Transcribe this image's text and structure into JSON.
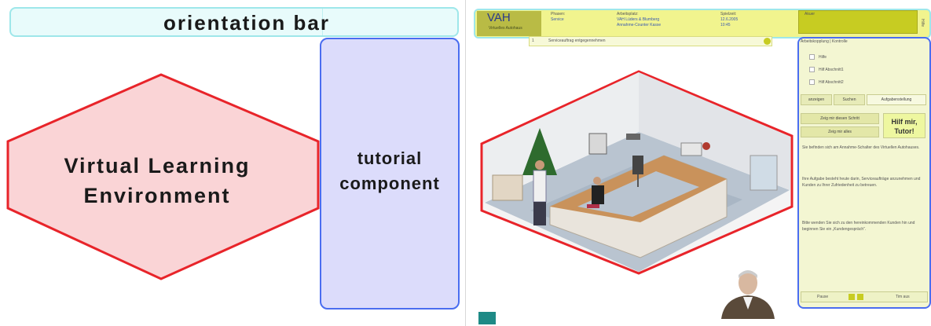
{
  "diagram": {
    "orientation_bar": "orientation bar",
    "vle_line1": "Virtual Learning",
    "vle_line2": "Environment",
    "tutorial_line1": "tutorial",
    "tutorial_line2": "component",
    "colors": {
      "cyan_border": "#9ee7ea",
      "tutorial_fill": "#dcdcfb",
      "tutorial_border": "#4a6df0",
      "vle_fill": "#fad4d6",
      "vle_border": "#e8242a"
    }
  },
  "screenshot": {
    "logo": "VAH",
    "logo_sub": "Virtuelles Autohaus",
    "header": [
      {
        "label": "Phasen:",
        "values": [
          "Service",
          ""
        ]
      },
      {
        "label": "Arbeitsplatz:",
        "values": [
          "VAH Lüders & Blumberg",
          "Annahme-Counter Kasse"
        ]
      },
      {
        "label": "Spielzeit:",
        "values": [
          "12.6.2005",
          "10:45"
        ]
      }
    ],
    "user": "Akuer",
    "hilfe": "Hilfe",
    "task_number": "1",
    "task": "Serviceauftrag entgegennehmen",
    "tutorial_panel": {
      "title": "Arbeitskopplung | Kontrolle",
      "checks": [
        "Hilfe",
        "Hilf Abschnitt1",
        "Hilf Abschnitt2"
      ],
      "tabs": [
        "anzeigen",
        "Suchen",
        "Aufgabenstellung"
      ],
      "btn_step": "Zeig mir diesen Schritt",
      "btn_all": "Zeig mir alles",
      "help_button": "Hilf mir, Tutor!",
      "paragraphs": [
        "Sie befinden sich am Annahme-Schalter des Virtuellen Autohauses.",
        "Ihre Aufgabe besteht heute darin, Serviceaufträge anzunehmen und Kunden zu Ihrer Zufriedenheit zu betreuen.",
        "Bitte wenden Sie sich zu den hereinkommenden Kunden hin und beginnen Sie ein „Kundengespräch“."
      ],
      "footer_left": "Pause",
      "footer_right": "Tim aus"
    }
  }
}
